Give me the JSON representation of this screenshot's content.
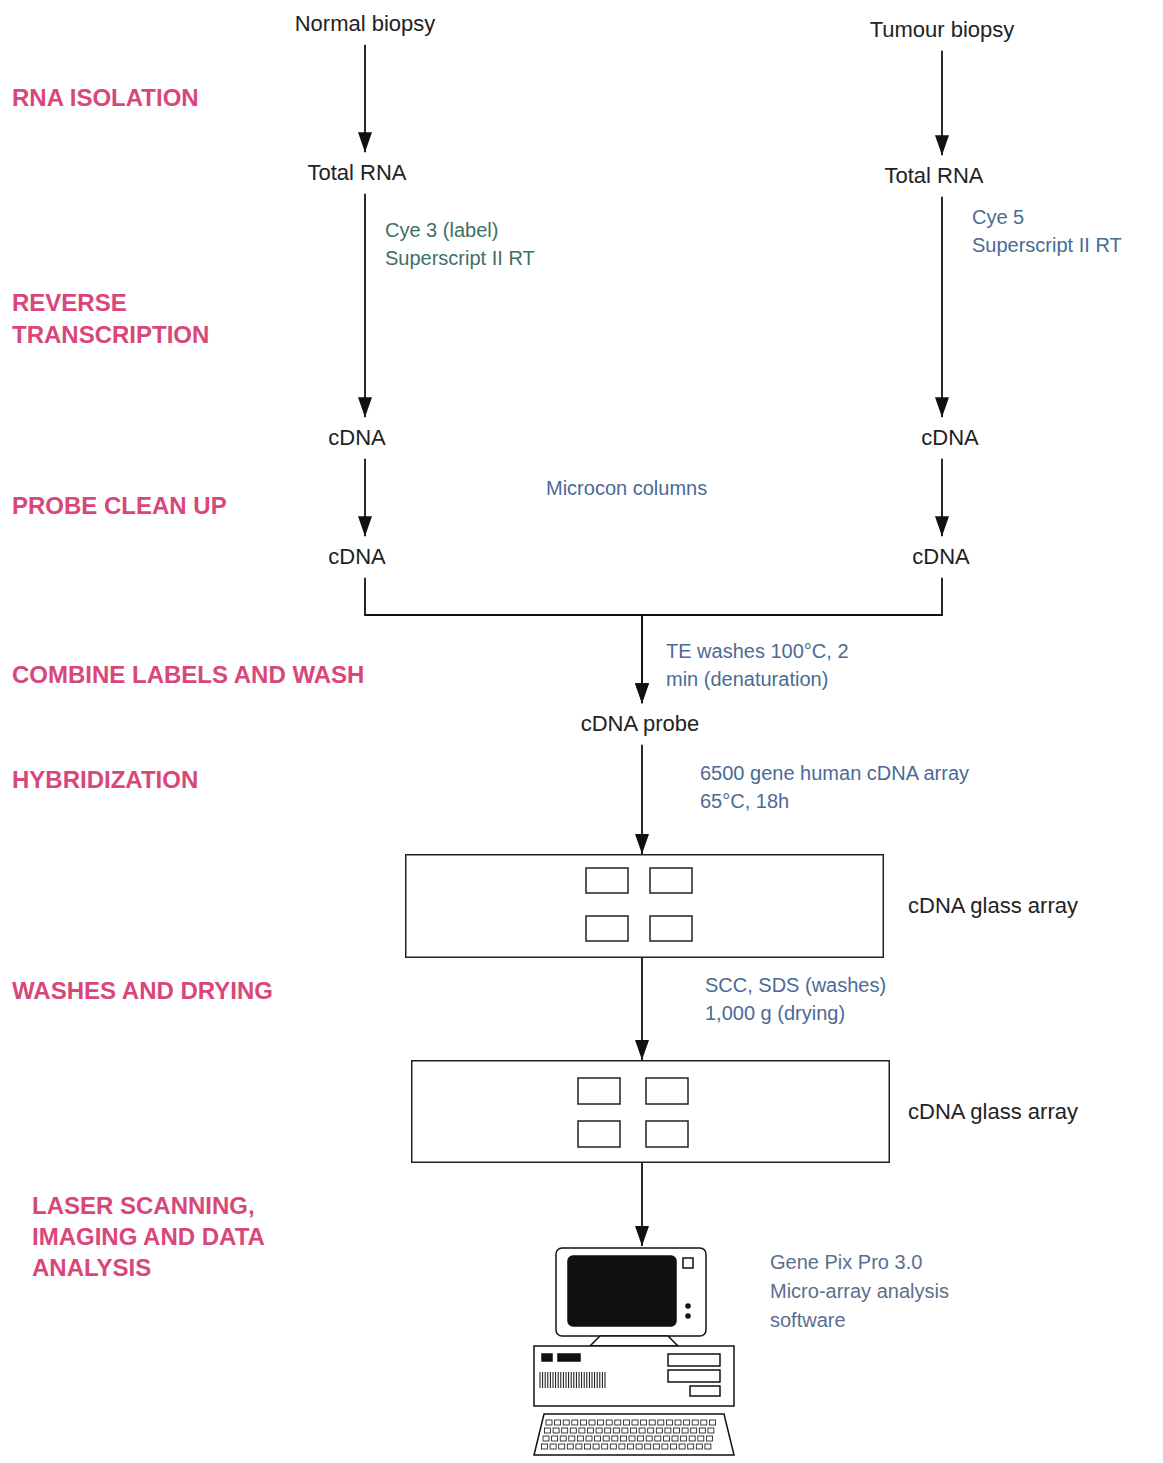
{
  "diagram": {
    "nodes": [
      {
        "text": [
          "Normal biopsy"
        ]
      },
      {
        "text": [
          "Tumour biopsy"
        ]
      },
      {
        "text": [
          "Total RNA"
        ]
      },
      {
        "text": [
          "Total RNA"
        ]
      },
      {
        "text": [
          "cDNA"
        ]
      },
      {
        "text": [
          "cDNA"
        ]
      },
      {
        "text": [
          "cDNA"
        ]
      },
      {
        "text": [
          "cDNA"
        ]
      },
      {
        "text": [
          "cDNA probe"
        ]
      },
      {
        "text": [
          "cDNA glass array"
        ]
      },
      {
        "text": [
          "cDNA glass array"
        ]
      },
      {
        "text": [
          "Gene Pix Pro 3.0 Micro-array analysis software"
        ]
      }
    ],
    "edges": [
      {
        "from": 0,
        "to": 2,
        "arrow": "to"
      },
      {
        "from": 1,
        "to": 3,
        "arrow": "to"
      },
      {
        "from": 2,
        "to": 4,
        "label": "Cye 3 (label) Superscript II RT",
        "arrow": "to"
      },
      {
        "from": 3,
        "to": 5,
        "label": "Cye 5 Superscript II RT",
        "arrow": "to"
      },
      {
        "from": 4,
        "to": 6,
        "arrow": "to"
      },
      {
        "from": 5,
        "to": 7,
        "arrow": "to"
      },
      {
        "from": 6,
        "to": 8,
        "arrow": "to"
      },
      {
        "from": 7,
        "to": 8,
        "arrow": "to"
      },
      {
        "from": 8,
        "to": 9,
        "label": "6500 gene human cDNA array 65°C, 18h",
        "arrow": "to"
      },
      {
        "from": 9,
        "to": 10,
        "label": "SCC, SDS (washes) 1,000 g (drying)",
        "arrow": "to"
      },
      {
        "from": 10,
        "to": 11,
        "arrow": "to"
      }
    ],
    "labels": [
      "RNA ISOLATION",
      "REVERSE TRANSCRIPTION",
      "PROBE CLEAN UP",
      "Microcon columns",
      "COMBINE LABELS AND WASH",
      "TE washes 100°C, 2 min (denaturation)",
      "HYBRIDIZATION",
      "WASHES AND DRYING",
      "LASER SCANNING, IMAGING AND DATA ANALYSIS"
    ]
  }
}
